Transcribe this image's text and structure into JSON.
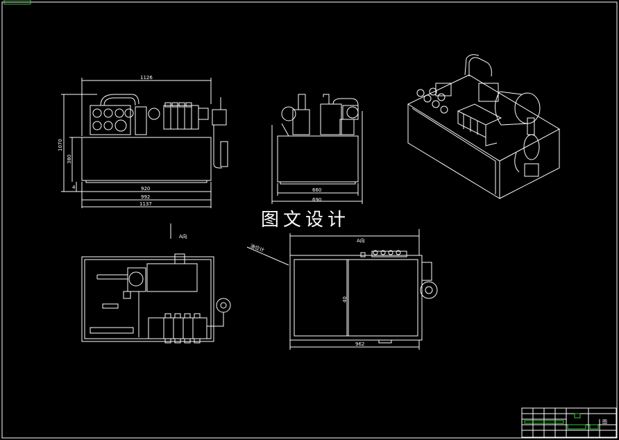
{
  "watermark": "图文设计",
  "views": {
    "front": {
      "dim_top": "1126",
      "dim_bottom_inner": "920",
      "dim_bottom_mid": "992",
      "dim_bottom_outer": "1137",
      "dim_side_total": "1070",
      "dim_side_tank": "380",
      "dim_side_base": "4"
    },
    "side": {
      "dim_inner": "660",
      "dim_outer": "690"
    },
    "top_left": {
      "direction_label": "A向"
    },
    "top_right": {
      "direction_label": "A向",
      "dim_depth": "40",
      "dim_width": "962",
      "leader_text": "油位计"
    }
  },
  "title_block": {
    "label": "图"
  }
}
